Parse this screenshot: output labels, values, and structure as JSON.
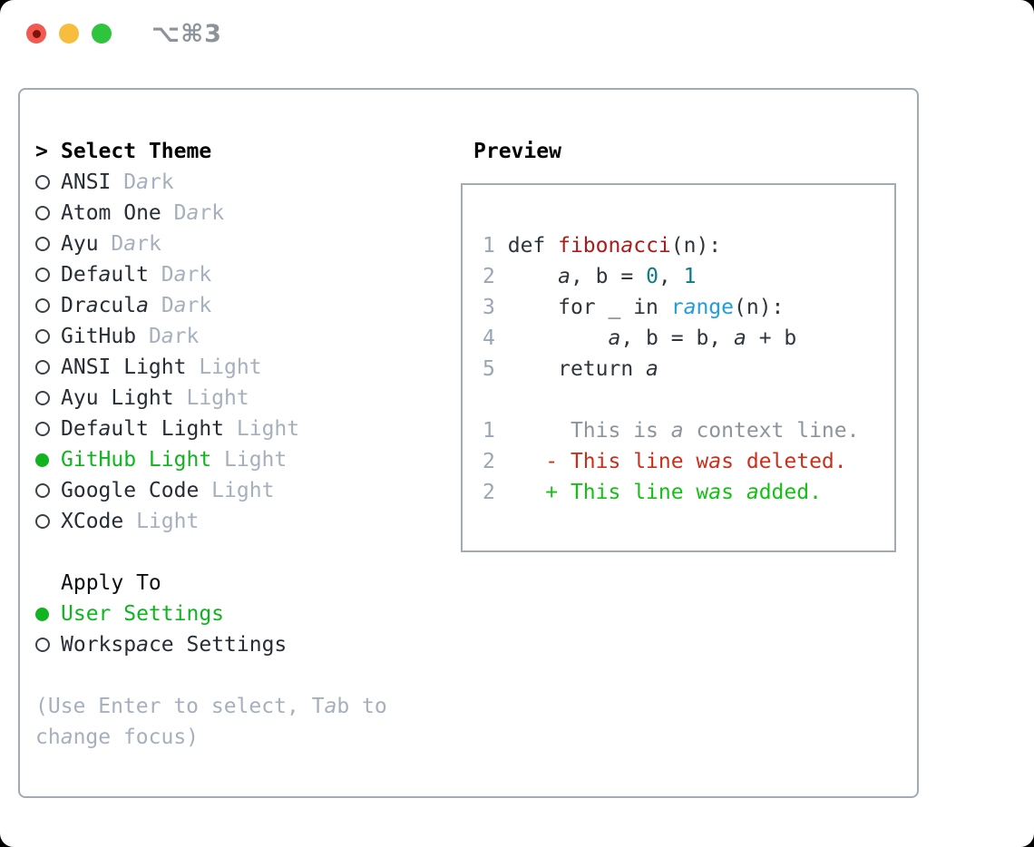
{
  "titlebar": {
    "shortcut": "⌥⌘3",
    "buttons": [
      {
        "name": "close",
        "color": "#f25950"
      },
      {
        "name": "minimize",
        "color": "#f7bd3d"
      },
      {
        "name": "zoom",
        "color": "#2fc43d"
      }
    ]
  },
  "theme_picker": {
    "prompt": ">",
    "title": "Select Theme",
    "items": [
      {
        "name": "ANSI",
        "tag": "Dark",
        "selected": false
      },
      {
        "name": "Atom One",
        "tag": "Dark",
        "selected": false
      },
      {
        "name": "Ayu",
        "tag": "Dark",
        "selected": false
      },
      {
        "name": "Default",
        "tag": "Dark",
        "selected": false
      },
      {
        "name": "Dracula",
        "tag": "Dark",
        "selected": false
      },
      {
        "name": "GitHub",
        "tag": "Dark",
        "selected": false
      },
      {
        "name": "ANSI Light",
        "tag": "Light",
        "selected": false
      },
      {
        "name": "Ayu Light",
        "tag": "Light",
        "selected": false
      },
      {
        "name": "Default Light",
        "tag": "Light",
        "selected": false
      },
      {
        "name": "GitHub Light",
        "tag": "Light",
        "selected": true
      },
      {
        "name": "Google Code",
        "tag": "Light",
        "selected": false
      },
      {
        "name": "XCode",
        "tag": "Light",
        "selected": false
      }
    ]
  },
  "apply_to": {
    "title": "Apply To",
    "options": [
      {
        "label": "User Settings",
        "selected": true
      },
      {
        "label": "Workspace Settings",
        "selected": false
      }
    ]
  },
  "hint": "(Use Enter to select, Tab to change focus)",
  "preview": {
    "title": "Preview",
    "lines": [
      {
        "num": "1",
        "segments": [
          {
            "text": "def ",
            "color": "code"
          },
          {
            "text": "fibonacci",
            "color": "function"
          },
          {
            "text": "(n):",
            "color": "code"
          }
        ]
      },
      {
        "num": "2",
        "segments": [
          {
            "text": "    a, b = ",
            "color": "code"
          },
          {
            "text": "0",
            "color": "number"
          },
          {
            "text": ", ",
            "color": "code"
          },
          {
            "text": "1",
            "color": "number"
          }
        ]
      },
      {
        "num": "3",
        "segments": [
          {
            "text": "    for _ in ",
            "color": "code"
          },
          {
            "text": "range",
            "color": "builtin"
          },
          {
            "text": "(n):",
            "color": "code"
          }
        ]
      },
      {
        "num": "4",
        "segments": [
          {
            "text": "        a, b = b, a + b",
            "color": "code"
          }
        ]
      },
      {
        "num": "5",
        "segments": [
          {
            "text": "    return a",
            "color": "code"
          }
        ]
      },
      {
        "num": "",
        "segments": []
      },
      {
        "num": "1",
        "segments": [
          {
            "text": "     This is a context line.",
            "color": "context"
          }
        ]
      },
      {
        "num": "2",
        "segments": [
          {
            "text": "   - This line was deleted.",
            "color": "deleted"
          }
        ]
      },
      {
        "num": "2",
        "segments": [
          {
            "text": "   + This line was added.",
            "color": "added"
          }
        ]
      }
    ]
  },
  "colors": {
    "titlebar_text": "#8d939a",
    "border_gray": "#a2aab4",
    "item_text": "#272d35",
    "tag_gray": "#a6b0bd",
    "ring_gray": "#3c424a",
    "accent_green": "#0fb41e",
    "line_number_gray": "#9aa6b4",
    "code_fg": "#2f353c",
    "function_red": "#a81e1c",
    "number_teal": "#0c7d85",
    "builtin_blue": "#209ddb",
    "context_gray": "#8c949c",
    "diff_deleted": "#cb2f1b",
    "diff_added": "#16bf16"
  }
}
